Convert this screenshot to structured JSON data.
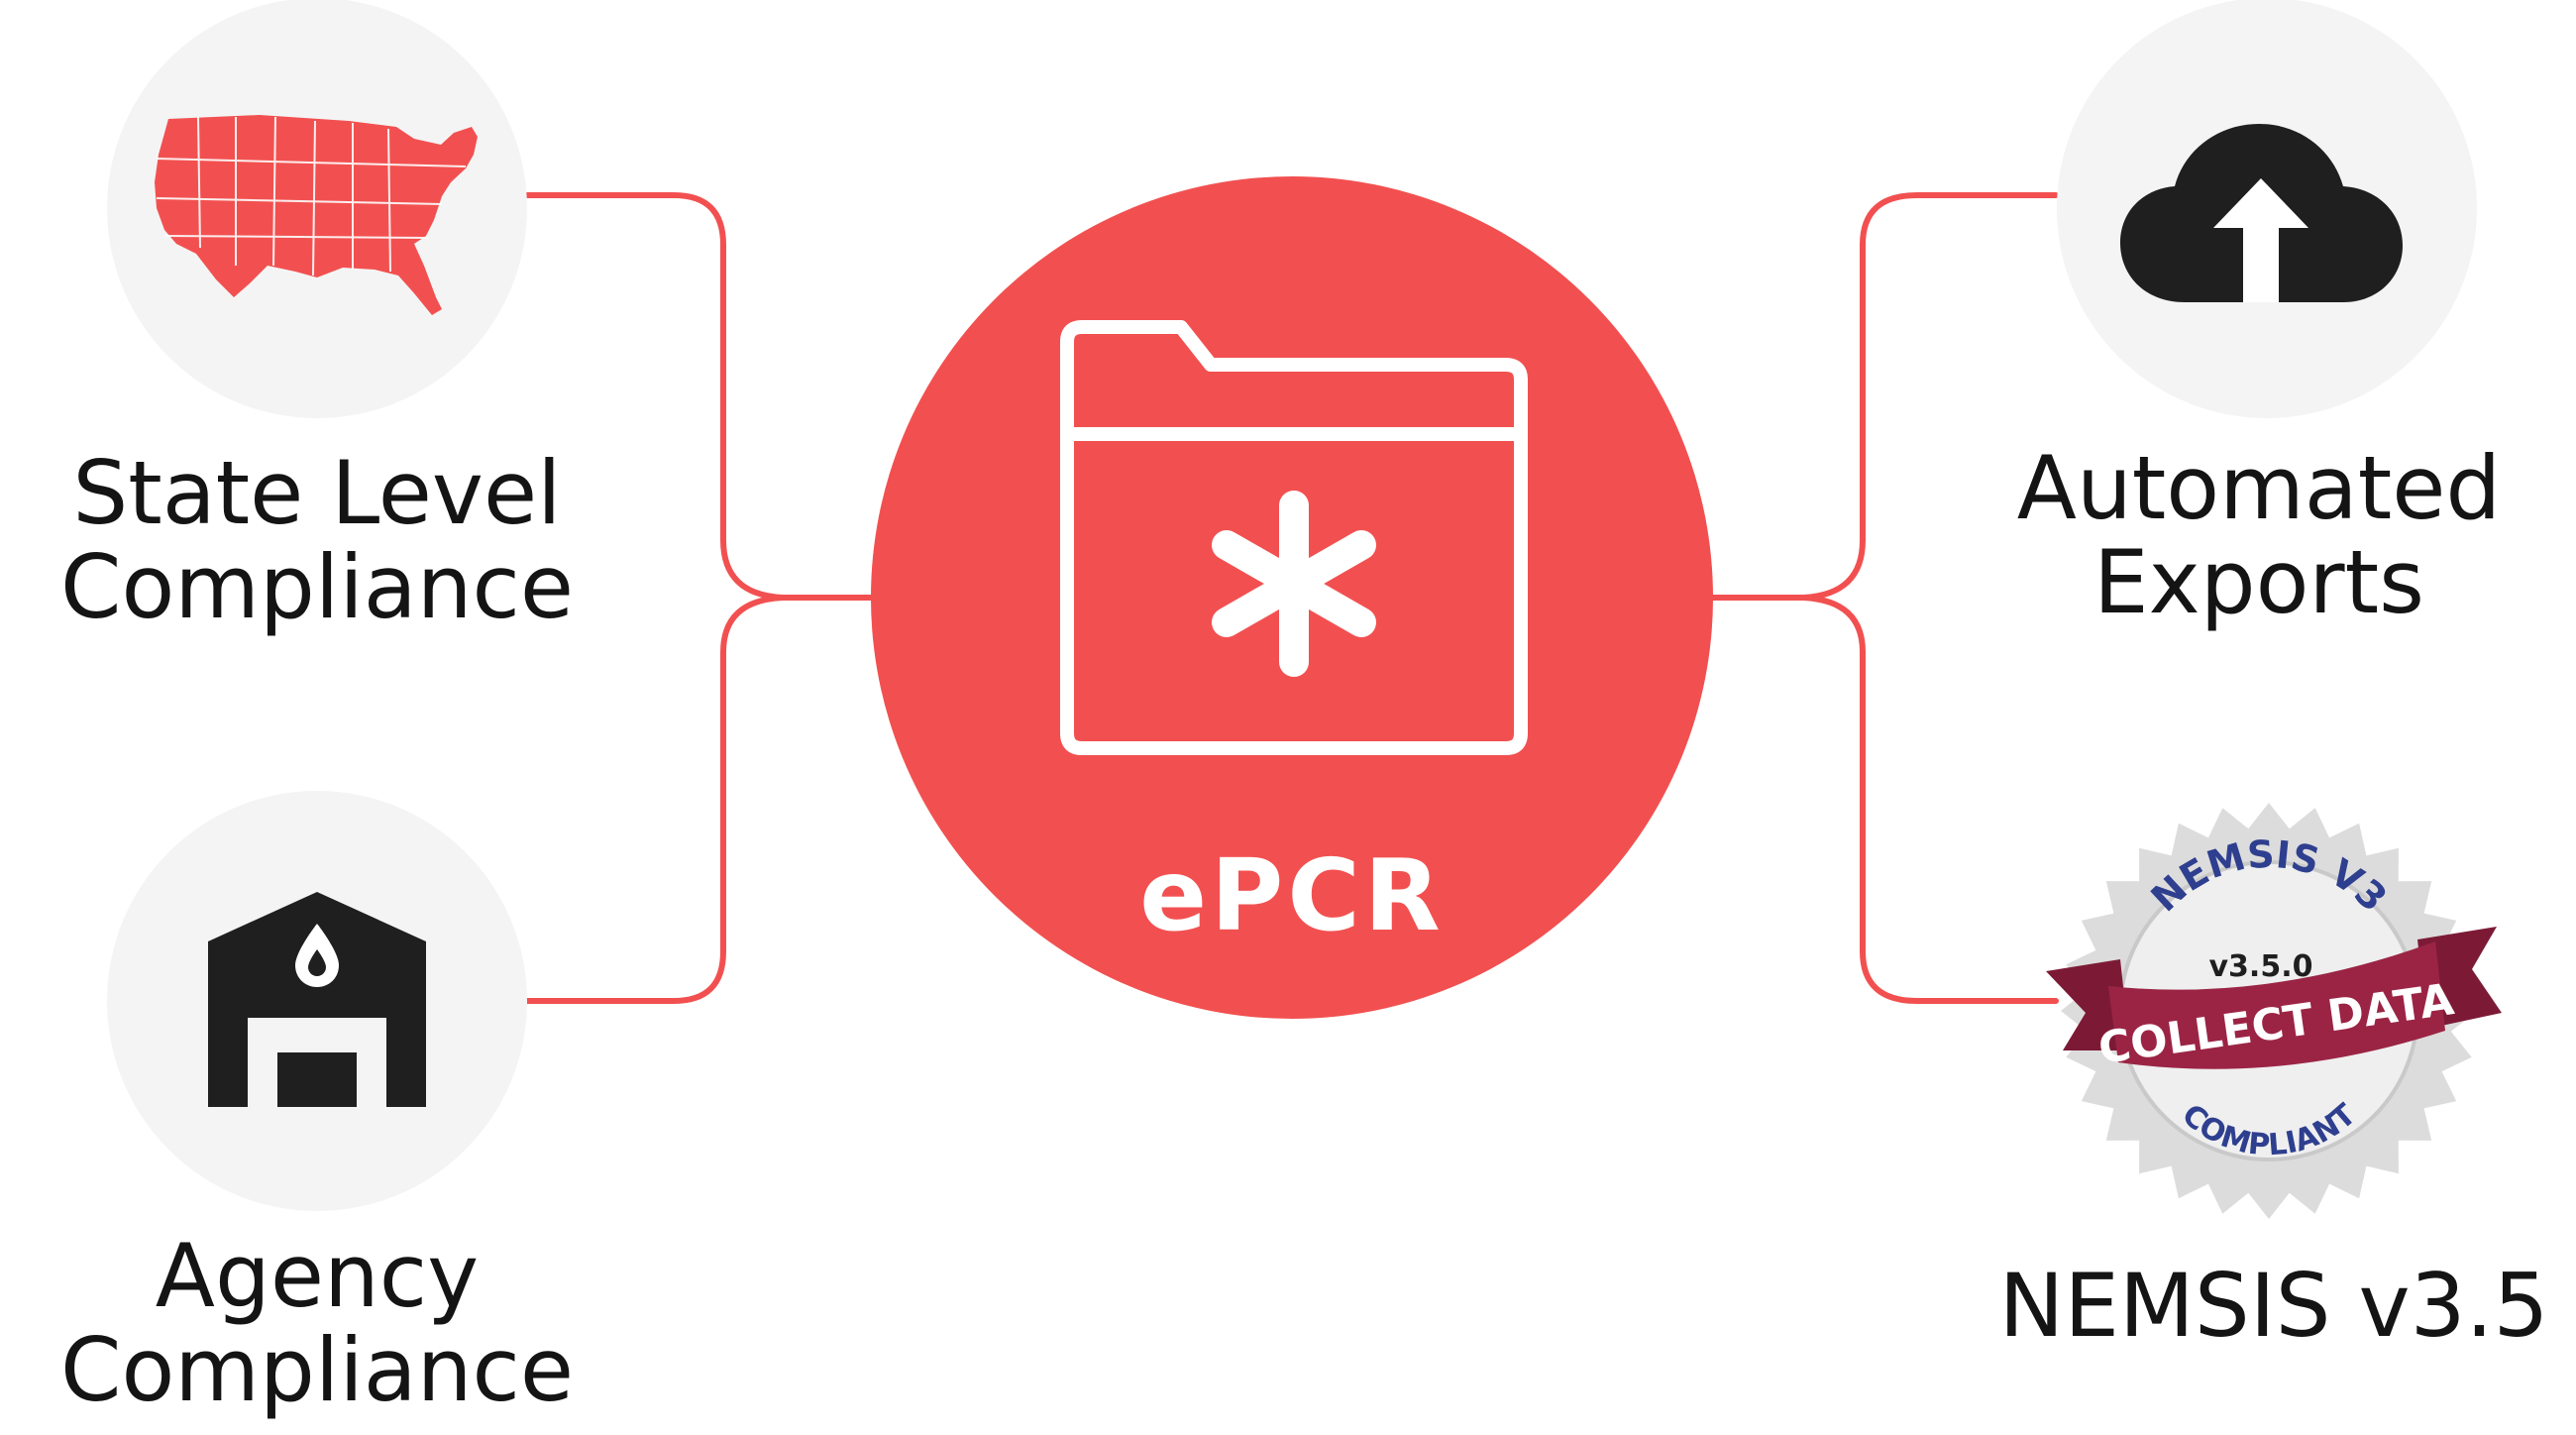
{
  "center": {
    "label": "ePCR",
    "icon": "medical-folder-icon"
  },
  "nodes": {
    "state": {
      "line1": "State Level",
      "line2": "Compliance",
      "icon": "usa-map-icon"
    },
    "agency": {
      "line1": "Agency",
      "line2": "Compliance",
      "icon": "fire-station-icon"
    },
    "exports": {
      "line1": "Automated",
      "line2": "Exports",
      "icon": "cloud-upload-icon"
    },
    "nemsis": {
      "line1": "NEMSIS v3.5",
      "icon": "nemsis-badge-icon",
      "badge": {
        "arc_top": "NEMSIS V3",
        "version": "v3.5.0",
        "ribbon": "COLLECT DATA",
        "arc_bottom": "COMPLIANT"
      }
    }
  },
  "colors": {
    "accent": "#f25050",
    "node_bg": "#f4f4f4",
    "icon_dark": "#1f1f1f",
    "text": "#141414",
    "badge_navy": "#2e3f8f",
    "badge_ribbon": "#9b2445"
  }
}
